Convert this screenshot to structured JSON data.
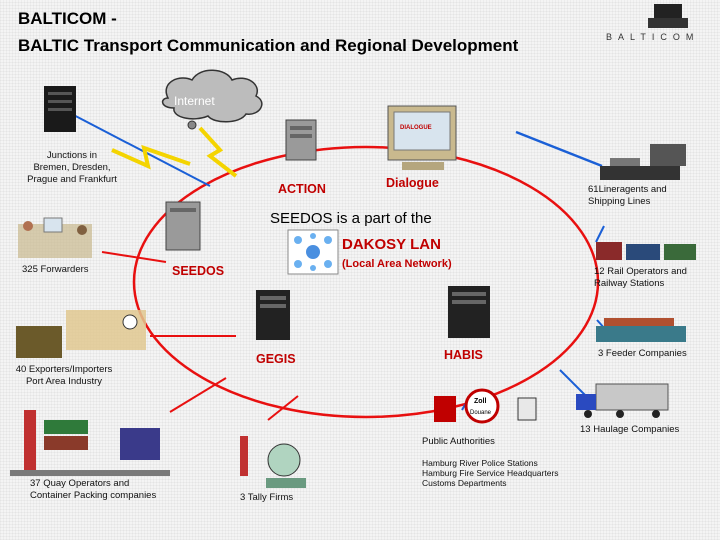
{
  "header": {
    "title_line1": "BALTICOM -",
    "title_line2": "BALTIC Transport Communication and Regional Development",
    "logo_text": "BALTICOM"
  },
  "cloud": {
    "label": "Internet"
  },
  "monitor": {
    "screen_text": "DIALOGUE"
  },
  "center": {
    "action": "ACTION",
    "dialogue": "Dialogue",
    "seedos_line": "SEEDOS is a part of the",
    "dakosy": "DAKOSY LAN",
    "lan_note": "(Local Area Network)",
    "seedos": "SEEDOS",
    "gegis": "GEGIS",
    "habis": "HABIS"
  },
  "participants": {
    "junctions": [
      "Junctions in",
      "Bremen, Dresden,",
      "Prague and Frankfurt"
    ],
    "forwarders": "325 Forwarders",
    "exporters": [
      "40 Exporters/Importers",
      "Port Area Industry"
    ],
    "quay": [
      "37 Quay Operators and",
      "Container Packing companies"
    ],
    "tally": "3 Tally Firms",
    "public": "Public Authorities",
    "authorities_list": [
      "Hamburg River Police Stations",
      "Hamburg Fire Service Headquarters",
      "Customs Departments"
    ],
    "haulage": "13 Haulage Companies",
    "feeder": "3 Feeder Companies",
    "rail": [
      "12 Rail Operators and",
      "Railway Stations"
    ],
    "liner": [
      "61Lineragents and",
      "Shipping Lines"
    ]
  },
  "signs": {
    "zoll_top": "Zoll",
    "zoll_bottom": "Douane"
  },
  "colors": {
    "node_red": "#c00000",
    "link_red": "#e81010",
    "link_blue": "#1a5fd6",
    "lightning": "#f4d400"
  }
}
